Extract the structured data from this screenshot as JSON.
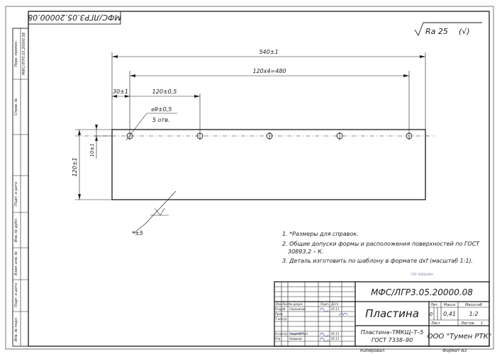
{
  "stamp_top": "МФС/ЛГР3.05.20000.08",
  "roughness": "Ra 25",
  "dimensions": {
    "overall_length": "540±1",
    "hole_pattern": "120х4=480",
    "edge_offset": "30±1",
    "pitch": "120±0,5",
    "hole_diameter": "⌀9±0,5",
    "hole_count": "5 отв.",
    "vertical_offset": "10±1",
    "height": "120±1",
    "thickness": "*±5"
  },
  "notes": [
    "1. *Размеры для справок.",
    "2. Общие допуски формы и расположения поверхностей по ГОСТ",
    "30893.2 – К.",
    "3. Деталь изготовить по шаблону в формате dxf (масштаб 1:1)."
  ],
  "faint_mark": "по машин",
  "side_labels": [
    "Перв. примен.",
    "МФС/ЛГР3.05.20000.08",
    "Справ. №",
    "Подп. и дата",
    "Инв. № дубл.",
    "Взам. инв. №",
    "Подп. и дата",
    "Инв. № подл."
  ],
  "title_block": {
    "designation": "МФС/ЛГР3.05.20000.08",
    "part_name": "Пластина",
    "material_line1": "Пластина–ТМКЩ–Т–5",
    "material_line2": "ГОСТ 7338–90",
    "company": "ООО \"Тумен РТК\"",
    "lit_label": "Лит.",
    "mass_label": "Масса",
    "scale_label": "Масштаб",
    "lit_value": "0",
    "mass_value": "0,41",
    "scale_value": "1:2",
    "sheet_label": "Лист",
    "sheets_label": "Листов",
    "sheets_value": "1",
    "header_cells": [
      "Изм.",
      "Лист",
      "№ докум.",
      "Подп.",
      "Дата"
    ],
    "role_rows": [
      "Разраб.",
      "Пров.",
      "Т.контр.",
      "",
      "Н.контр.",
      "Утв."
    ],
    "signer_names": [
      "Серахинов",
      "",
      "",
      "",
      "Кощеевская",
      "Новиков"
    ],
    "signature_dates": [
      "05.11",
      "",
      "",
      "",
      "05.11",
      "05.11"
    ],
    "copied": "Копировал",
    "format": "Формат   А3"
  }
}
